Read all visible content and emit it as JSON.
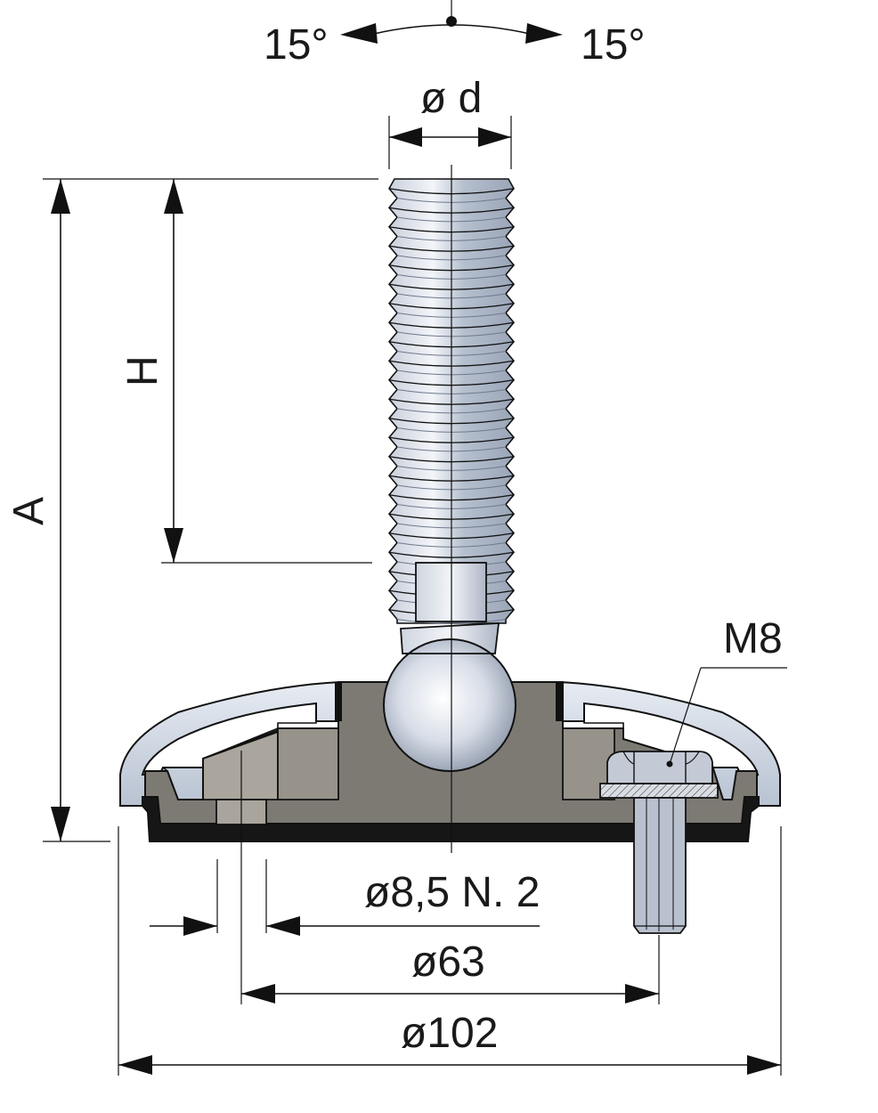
{
  "labels": {
    "tilt_left": "15°",
    "tilt_right": "15°",
    "thread_diameter": "ø d",
    "height_total": "A",
    "height_thread": "H",
    "bolt_thread": "M8",
    "hole_diameter": "ø8,5 N. 2",
    "hole_pitch": "ø63",
    "base_diameter": "ø102"
  },
  "colors": {
    "line": "#111111",
    "rubber_black": "#1a1a1a",
    "cover_blue_light": "#dfe5ee",
    "cover_blue_mid": "#b9c3d1",
    "body_gray": "#7b7872",
    "body_gray_light": "#a8a49c",
    "steel_light": "#eef1f6",
    "steel_mid": "#b3bccb",
    "steel_dark": "#8792a5"
  }
}
